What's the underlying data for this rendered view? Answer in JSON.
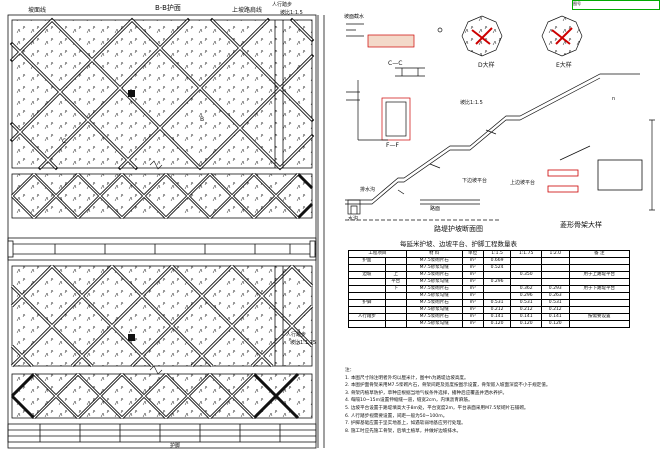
{
  "colors": {
    "line": "#111111",
    "accent_red": "#cc0000",
    "accent_blue": "#0040c0",
    "accent_green": "#00aa00"
  },
  "left_panel": {
    "title": "B-B护面",
    "label_top_left": "坡面线",
    "label_top_right": "上坡路肩线",
    "label_right_1": "人行踏步",
    "label_grade_top": "坡比1:1.5",
    "label_grade_bottom": "坡比1:1.75",
    "label_right_2": "人行踏步",
    "label_bottom": "护脚",
    "label_c": "C",
    "label_b": "B"
  },
  "right_top": {
    "label_gutter": "坡面截水",
    "label_section_cc": "C—C",
    "label_section_ff": "F—F",
    "label_detail_d": "D大样",
    "label_detail_e": "E大样",
    "label_grade_1": "坡比1:1.5",
    "label_slope_sign": "n",
    "label_platform": "上边坡平台",
    "label_berm": "下边坡平台",
    "label_drain": "排水沟",
    "label_ditch": "水沟",
    "label_gd": "路面"
  },
  "diagram_titles": {
    "slope_protection": "路堤护坡断面图",
    "grid_detail": "菱形骨架大样",
    "table_title": "每延米护坡、边坡平台、护脚工程数量表"
  },
  "quantity_table": {
    "header": [
      "工程项目",
      "",
      "材 料",
      "单位",
      "1:1.5",
      "1:1.75",
      "1:2.0",
      "备 注"
    ],
    "rows": [
      [
        "护面",
        "",
        "M7.5浆砌片石",
        "m³",
        "0.669",
        "",
        "",
        ""
      ],
      [
        "",
        "",
        "M7.5砂浆勾缝",
        "m²",
        "0.524",
        "",
        "",
        ""
      ],
      [
        "边坡",
        "上",
        "M7.5浆砌片石",
        "m³",
        "",
        "0.350",
        "",
        "用于上路堤平台"
      ],
      [
        "",
        "平台",
        "M7.5砂浆勾缝",
        "m²",
        "0.296",
        "",
        "",
        ""
      ],
      [
        "",
        "下",
        "M7.5浆砌片石",
        "m³",
        "",
        "0.362",
        "0.293",
        "用于下路堤平台"
      ],
      [
        "",
        "",
        "M7.5砂浆勾缝",
        "m²",
        "",
        "0.296",
        "0.263",
        ""
      ],
      [
        "护脚",
        "",
        "M7.5浆砌片石",
        "m³",
        "0.531",
        "0.531",
        "0.531",
        ""
      ],
      [
        "",
        "",
        "M7.5砂浆勾缝",
        "m²",
        "0.212",
        "0.212",
        "0.212",
        ""
      ],
      [
        "人行踏步",
        "",
        "M7.5浆砌片石",
        "m³",
        "0.141",
        "0.141",
        "0.141",
        "按需要设置"
      ],
      [
        "",
        "",
        "M7.5砂浆勾缝",
        "m²",
        "0.120",
        "0.120",
        "0.120",
        ""
      ]
    ]
  },
  "notes": {
    "heading": "注：",
    "lines": [
      "1. 本图尺寸除注明者外均以厘米计，图中h为路堤边坡高度。",
      "2. 本图护面骨架采用M7.5浆砌片石，骨架间距及宽度按图示设置，骨架嵌入坡面深度不小于规定值。",
      "3. 骨架内植草防护，草种应根据当地气候条件选择，播种后应覆盖并洒水养护。",
      "4. 每隔10~15m设置伸缩缝一道，缝宽2cm，内填沥青麻筋。",
      "5. 边坡平台设置于路堤填高大于8m处，平台宽度2m，平台表面采用M7.5浆砌片石铺砌。",
      "6. 人行踏步视需要设置，间距一般为50~100m。",
      "7. 护脚基础应置于坚实地基上，如遇软弱地基应另行处理。",
      "8. 施工时应先施工骨架，后填土植草，并做好边坡排水。"
    ]
  },
  "logo_text": "图号"
}
